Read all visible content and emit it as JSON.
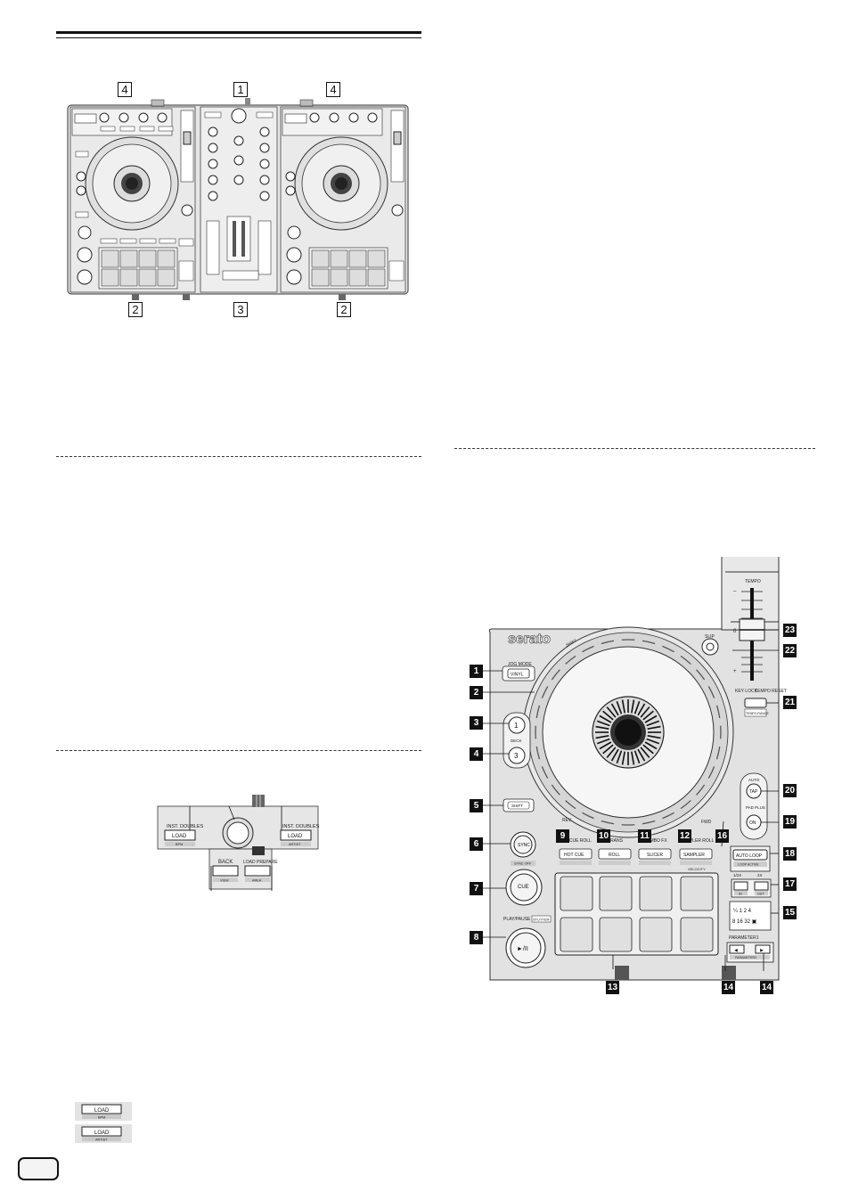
{
  "overview": {
    "top_labels": [
      "4",
      "1",
      "4"
    ],
    "bottom_labels": [
      "2",
      "3",
      "2"
    ]
  },
  "browser": {
    "left_load_title": "INST. DOUBLES",
    "left_load": "LOAD",
    "left_sub": "BPM",
    "right_load_title": "INST. DOUBLES",
    "right_load": "LOAD",
    "right_sub": "ARTIST",
    "back": "BACK",
    "load_prepare": "LOAD PREPARE",
    "view": "VIEW",
    "area": "AREA"
  },
  "legend": {
    "row1_label": "LOAD",
    "row1_sub": "BPM",
    "row2_label": "LOAD",
    "row2_sub": "ARTIST"
  },
  "deck": {
    "brand": "serato",
    "jog_mode": "JOG MODE",
    "vinyl": "VINYL",
    "deck_label": "DECK",
    "deck1": "1",
    "deck3": "3",
    "shift": "SHIFT",
    "rev": "REV",
    "fwd": "FWD",
    "sync": "SYNC",
    "sync_off": "SYNC OFF",
    "cue": "CUE",
    "play_pause": "PLAY/PAUSE",
    "stutter": "STUTTER",
    "play_symbol": "►/II",
    "slip": "SLIP",
    "tempo": "TEMPO",
    "key_lock": "KEY LOCK",
    "tempo_reset": "TEMPO RESET",
    "tempo_range": "TEMPO RANGE",
    "auto": "AUTO",
    "tap": "TAP",
    "pad_plus": "PAD PLUS",
    "on": "ON",
    "hot_cue_roll": "HOT CUE ROLL",
    "trans": "TRANS",
    "combo_fx": "COMBO FX",
    "sampler_roll": "SAMPLER ROLL",
    "hot_cue": "HOT CUE",
    "roll": "ROLL",
    "slicer": "SLICER",
    "sampler": "SAMPLER",
    "velocity": "VELOCITY",
    "auto_loop": "AUTO LOOP",
    "loop_active": "LOOP ACTIVE",
    "half": "1/2X",
    "double": "2X",
    "in": "IN",
    "out": "OUT",
    "beats_row1": "¼  1  2  4",
    "beats_row2": "8  16  32  ▣",
    "parameter1": "PARAMETER1",
    "parameter2": "PARAMETER2",
    "callouts": {
      "c1": "1",
      "c2": "2",
      "c3": "3",
      "c4": "4",
      "c5": "5",
      "c6": "6",
      "c7": "7",
      "c8": "8",
      "c9": "9",
      "c10": "10",
      "c11": "11",
      "c12": "12",
      "c13": "13",
      "c14a": "14",
      "c14b": "14",
      "c15": "15",
      "c16": "16",
      "c17": "17",
      "c18": "18",
      "c19": "19",
      "c20": "20",
      "c21": "21",
      "c22": "22",
      "c23": "23"
    }
  }
}
